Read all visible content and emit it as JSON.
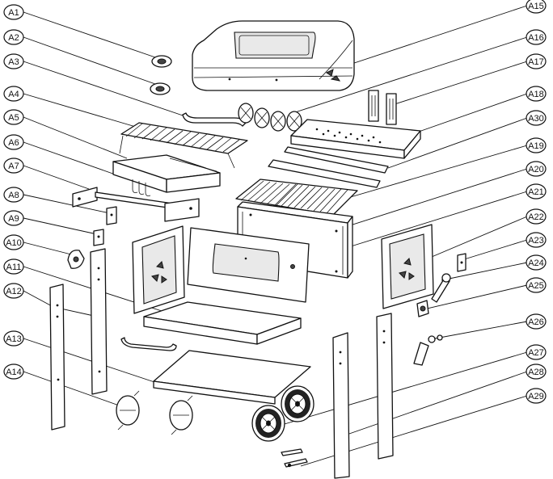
{
  "callouts": [
    "A1",
    "A2",
    "A3",
    "A4",
    "A5",
    "A6",
    "A7",
    "A8",
    "A9",
    "A10",
    "A11",
    "A12",
    "A13",
    "A14",
    "A15",
    "A16",
    "A17",
    "A18",
    "A30",
    "A19",
    "A20",
    "A21",
    "A22",
    "A23",
    "A24",
    "A25",
    "A26",
    "A27",
    "A28",
    "A29"
  ]
}
